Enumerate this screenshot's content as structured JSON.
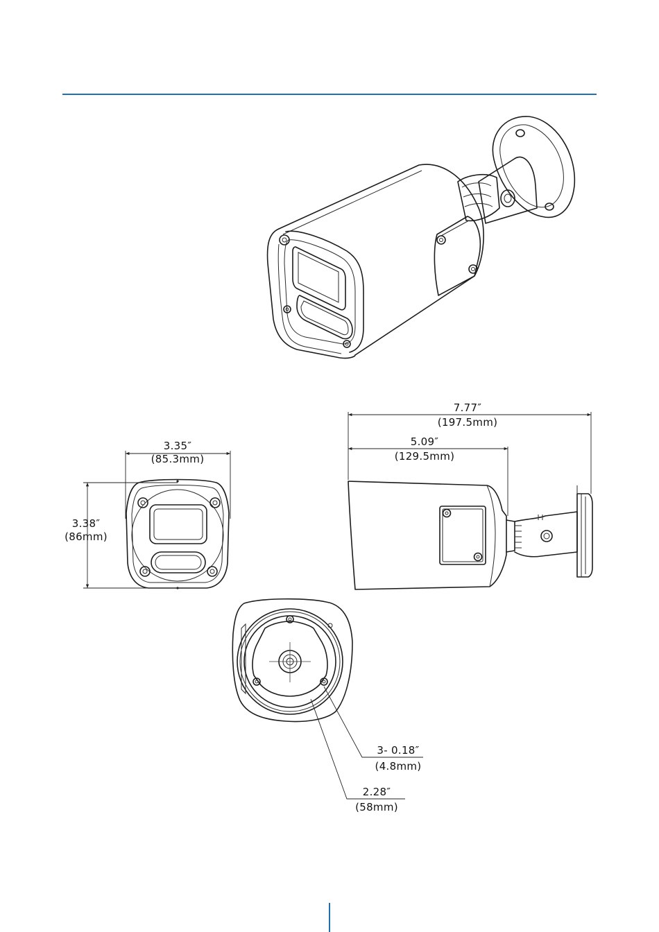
{
  "colors": {
    "accent_rule": "#1f6fb2",
    "line": "#1c1c1c",
    "text": "#111111"
  },
  "dimensions": {
    "overall_length": {
      "imperial": "7.77″",
      "metric": "(197.5mm)"
    },
    "body_length": {
      "imperial": "5.09″",
      "metric": "(129.5mm)"
    },
    "front_width": {
      "imperial": "3.35″",
      "metric": "(85.3mm)"
    },
    "front_height": {
      "imperial": "3.38″",
      "metric": "(86mm)"
    },
    "mount_holes": {
      "imperial": "3- 0.18″",
      "metric": "(4.8mm)"
    },
    "base_diameter": {
      "imperial": "2.28″",
      "metric": "(58mm)"
    }
  }
}
